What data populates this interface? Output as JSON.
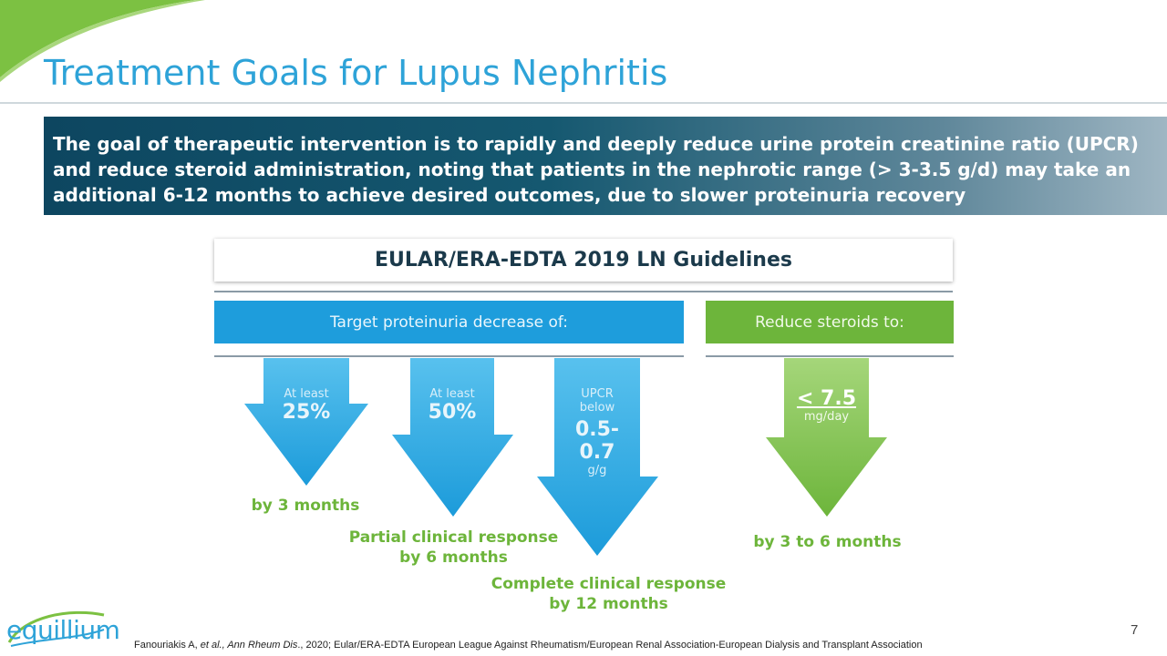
{
  "slide": {
    "title": "Treatment Goals for Lupus Nephritis",
    "banner": "The goal of therapeutic intervention is to rapidly and deeply reduce urine protein creatinine ratio (UPCR) and reduce steroid administration, noting that patients in the nephrotic range (> 3-3.5 g/d) may take an additional 6-12 months to achieve desired outcomes, due to slower proteinuria recovery",
    "guideline_title": "EULAR/ERA-EDTA 2019 LN Guidelines",
    "blue_bar_label": "Target proteinuria decrease of:",
    "green_bar_label": "Reduce steroids to:",
    "arrows": [
      {
        "line1": "At least",
        "value": "25%",
        "outcome_line1": "by 3 months",
        "outcome_line2": ""
      },
      {
        "line1": "At least",
        "value": "50%",
        "outcome_line1": "Partial clinical response",
        "outcome_line2": "by 6 months"
      },
      {
        "line1": "UPCR",
        "line2": "below",
        "value_line1": "0.5-",
        "value_line2": "0.7",
        "unit": "g/g",
        "outcome_line1": "Complete clinical response",
        "outcome_line2": "by 12 months"
      },
      {
        "value": "< 7.5",
        "unit": "mg/day",
        "outcome_line1": "by 3 to 6 months"
      }
    ],
    "footer_prefix": "Fanouriakis A, ",
    "footer_etal": "et al., Ann Rheum Dis",
    "footer_rest": "., 2020; Eular/ERA-EDTA European League Against Rheumatism/European Renal Association-European Dialysis and Transplant Association",
    "page_number": "7",
    "logo": "equillium"
  },
  "colors": {
    "title": "#2ea3d8",
    "banner_dark": "#0d4660",
    "banner_light": "#9fb6c3",
    "blue": "#1e9ddc",
    "green": "#6db53b"
  }
}
